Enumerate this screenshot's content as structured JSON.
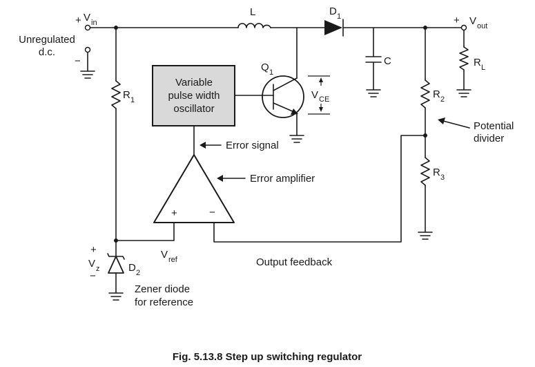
{
  "labels": {
    "vin_sign": "+",
    "vin_main": "V",
    "vin_sub": "in",
    "unregulated_line1": "Unregulated",
    "unregulated_line2": "d.c.",
    "minus_input": "−",
    "inductor": "L",
    "diode_main": "D",
    "diode_sub": "1",
    "vout_sign": "+",
    "vout_main": "V",
    "vout_sub": "out",
    "capacitor": "C",
    "rl_main": "R",
    "rl_sub": "L",
    "q1_main": "Q",
    "q1_sub": "1",
    "vce_main": "V",
    "vce_sub": "CE",
    "r1_main": "R",
    "r1_sub": "1",
    "r2_main": "R",
    "r2_sub": "2",
    "r3_main": "R",
    "r3_sub": "3",
    "oscillator_line1": "Variable",
    "oscillator_line2": "pulse width",
    "oscillator_line3": "oscillator",
    "error_signal": "Error signal",
    "error_amplifier": "Error amplifier",
    "amp_plus": "+",
    "amp_minus": "−",
    "potential_line1": "Potential",
    "potential_line2": "divider",
    "vref_main": "V",
    "vref_sub": "ref",
    "output_feedback": "Output feedback",
    "vz_plus": "+",
    "vz_main": "V",
    "vz_sub": "z",
    "vz_minus": "−",
    "d2_main": "D",
    "d2_sub": "2",
    "zener_line1": "Zener diode",
    "zener_line2": "for reference"
  },
  "caption": "Fig. 5.13.8 Step up switching regulator",
  "colors": {
    "ink": "#1a1a1a",
    "oscillator_fill": "#d9d9d9",
    "background": "#ffffff"
  }
}
